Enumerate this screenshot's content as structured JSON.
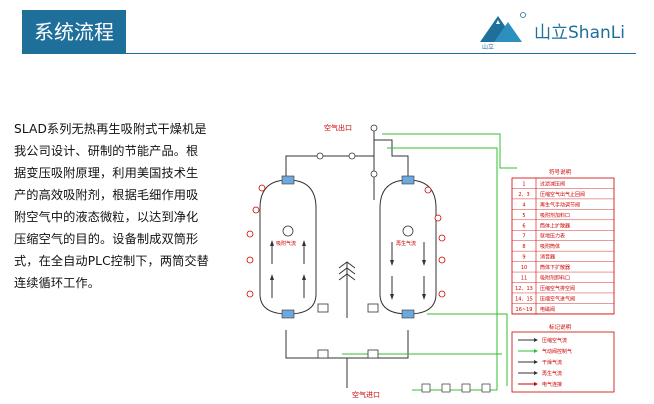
{
  "header": {
    "title": "系统流程",
    "logo_small_text": "山立",
    "brand": "山立ShanLi",
    "accent_color": "#1f6f9b"
  },
  "description": "SLAD系列无热再生吸附式干燥机是我公司设计、研制的节能产品。根据变压吸附原理，利用美国技术生产的高效吸附剂，根据毛细作用吸附空气中的液态微粒，以达到净化压缩空气的目的。设备制成双筒形式，在全自动PLC控制下，两筒交替连续循环工作。",
  "diagram": {
    "air_outlet": "空气出口",
    "air_inlet": "空气进口",
    "tower_left_label": "吸附气流",
    "tower_right_label": "再生气流",
    "legend_title": "符号说明",
    "legend_rows": [
      {
        "num": "1",
        "label": "过滤减压阀"
      },
      {
        "num": "2、3",
        "label": "压缩空气出气止回阀"
      },
      {
        "num": "4",
        "label": "再生气手动调节阀"
      },
      {
        "num": "5",
        "label": "吸附剂加料口"
      },
      {
        "num": "6",
        "label": "筒体上扩散器"
      },
      {
        "num": "7",
        "label": "就地压力表"
      },
      {
        "num": "8",
        "label": "吸附筒体"
      },
      {
        "num": "9",
        "label": "消音器"
      },
      {
        "num": "10",
        "label": "筒体下扩散器"
      },
      {
        "num": "11",
        "label": "吸附剂卸料口"
      },
      {
        "num": "12、13",
        "label": "压缩空气排空阀"
      },
      {
        "num": "14、15",
        "label": "压缩空气进气阀"
      },
      {
        "num": "16~19",
        "label": "电磁阀"
      }
    ],
    "flow_legend_title": "标记说明",
    "flow_legend_rows": [
      "压缩空气流",
      "气动阀控制气",
      "干燥气流",
      "再生气流",
      "电气连接"
    ]
  }
}
